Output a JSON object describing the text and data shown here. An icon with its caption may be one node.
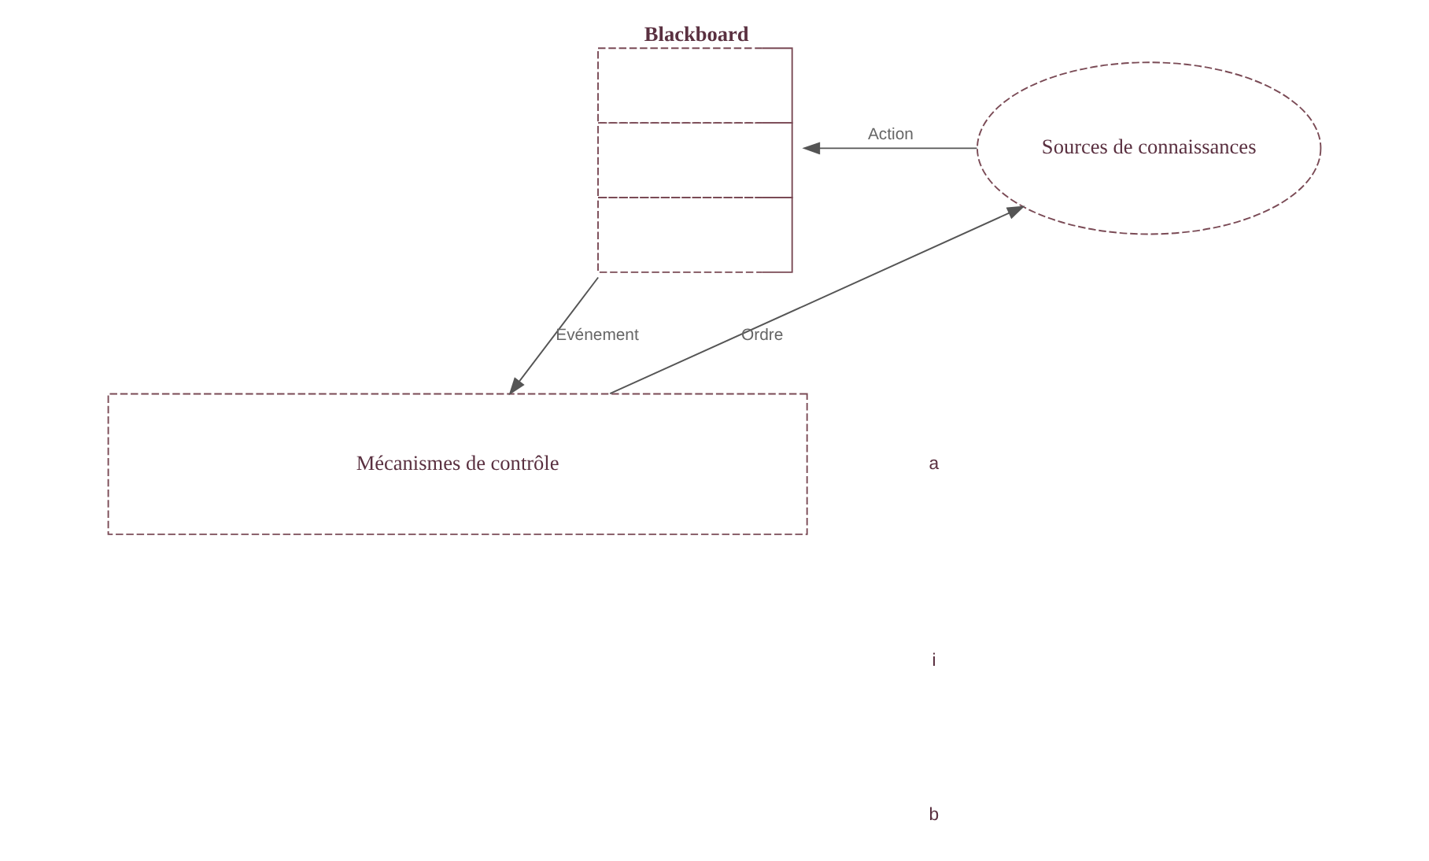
{
  "diagram": {
    "nodes": [
      {
        "text": [
          "Blackboard"
        ]
      },
      {
        "text": [
          "Sources de connaissances"
        ]
      },
      {
        "text": [
          "Mécanismes de contrôle"
        ]
      }
    ],
    "edges": [
      {
        "from": 1,
        "to": 0,
        "arrow": "to",
        "label": "Action"
      },
      {
        "from": 0,
        "to": 2,
        "arrow": "to",
        "label": "Evénement"
      },
      {
        "from": 2,
        "to": 1,
        "arrow": "to",
        "label": "Ordre"
      }
    ],
    "labels": [
      "a",
      "i",
      "b"
    ]
  }
}
